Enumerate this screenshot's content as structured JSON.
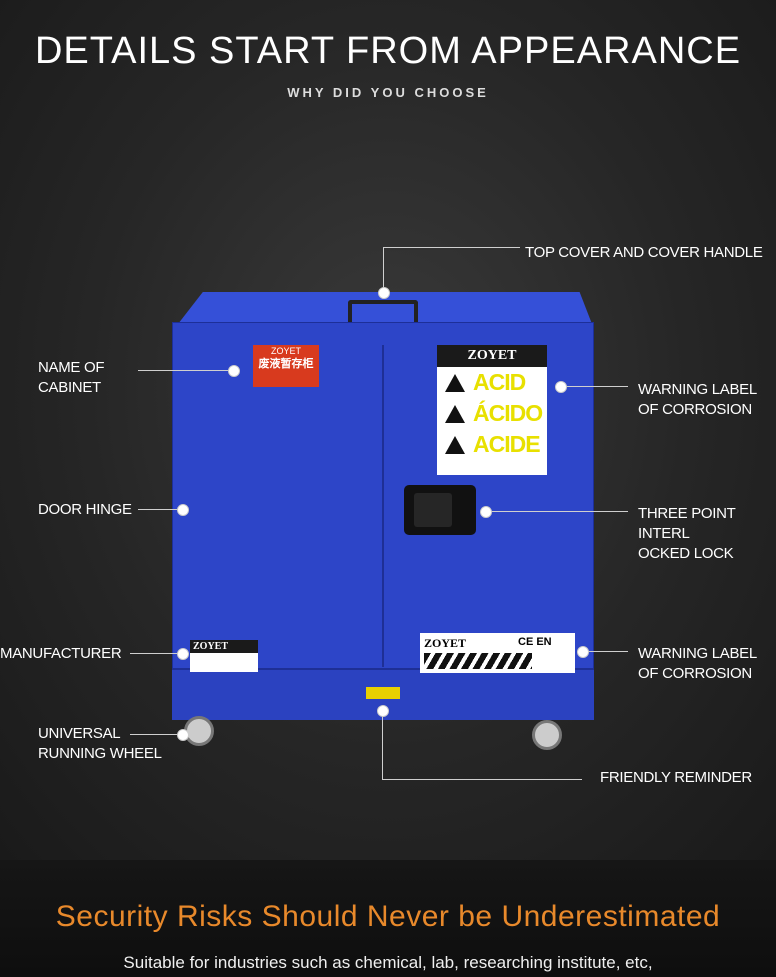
{
  "header": {
    "title": "DETAILS START FROM APPEARANCE",
    "subtitle": "WHY DID YOU CHOOSE"
  },
  "callouts": {
    "top_cover": "TOP COVER AND COVER HANDLE",
    "name_of_cabinet": "NAME OF\nCABINET",
    "warning_label_1": "WARNING LABEL\nOF CORROSION",
    "door_hinge": "DOOR HINGE",
    "three_point_lock": "THREE POINT\nINTERL\nOCKED LOCK",
    "manufacturer": "MANUFACTURER",
    "warning_label_2": "WARNING LABEL\nOF CORROSION",
    "universal_wheel": "UNIVERSAL\nRUNNING WHEEL",
    "friendly_reminder": "FRIENDLY REMINDER"
  },
  "cabinet": {
    "color": "#2d45c8",
    "brand": "ZOYET",
    "name_sticker": "废液暂存柜",
    "acid_lines": [
      "ACID",
      "ÁCIDO",
      "ACIDE"
    ],
    "ce_mark": "CE EN"
  },
  "footer": {
    "headline": "Security Risks Should Never be Underestimated",
    "subtext": "Suitable for industries such as chemical, lab, researching institute, etc,",
    "accent": "#e8892b"
  }
}
